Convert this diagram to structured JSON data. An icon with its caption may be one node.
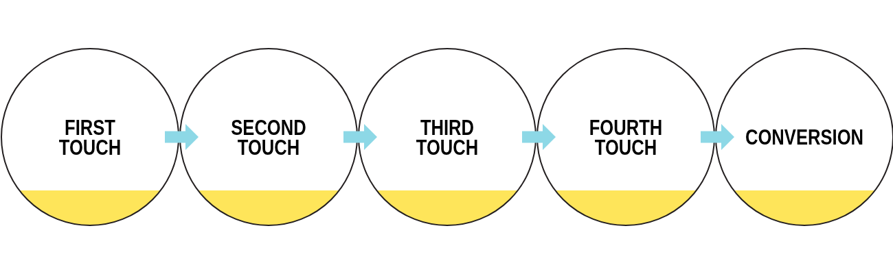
{
  "diagram": {
    "nodes": [
      {
        "text": [
          "FIRST TOUCH"
        ]
      },
      {
        "text": [
          "SECOND TOUCH"
        ]
      },
      {
        "text": [
          "THIRD TOUCH"
        ]
      },
      {
        "text": [
          "FOURTH TOUCH"
        ]
      },
      {
        "text": [
          "CONVERSION"
        ]
      }
    ],
    "edges": [
      {
        "from": 0,
        "to": 1,
        "arrow": "to"
      },
      {
        "from": 1,
        "to": 2,
        "arrow": "to"
      },
      {
        "from": 2,
        "to": 3,
        "arrow": "to"
      },
      {
        "from": 3,
        "to": 4,
        "arrow": "to"
      }
    ]
  }
}
